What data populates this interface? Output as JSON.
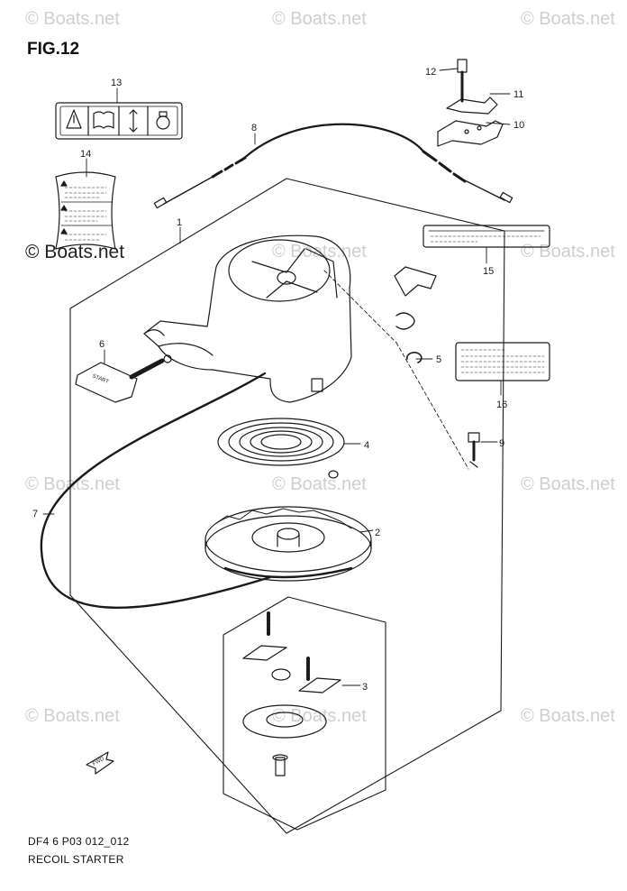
{
  "figure": {
    "title": "FIG.12",
    "code": "DF4 6 P03 012_012",
    "name": "RECOIL STARTER"
  },
  "watermark": {
    "text": "© Boats.net",
    "dark_text": "© Boats.net"
  },
  "parts": [
    {
      "no": "1"
    },
    {
      "no": "2"
    },
    {
      "no": "3"
    },
    {
      "no": "4"
    },
    {
      "no": "5"
    },
    {
      "no": "6"
    },
    {
      "no": "7"
    },
    {
      "no": "8"
    },
    {
      "no": "9"
    },
    {
      "no": "10"
    },
    {
      "no": "11"
    },
    {
      "no": "12"
    },
    {
      "no": "13"
    },
    {
      "no": "14"
    },
    {
      "no": "15"
    },
    {
      "no": "16"
    }
  ],
  "handle_text": "START",
  "arrow_text": "FWD",
  "colors": {
    "line": "#1a1a1a",
    "watermark": "#cfcfcf"
  }
}
